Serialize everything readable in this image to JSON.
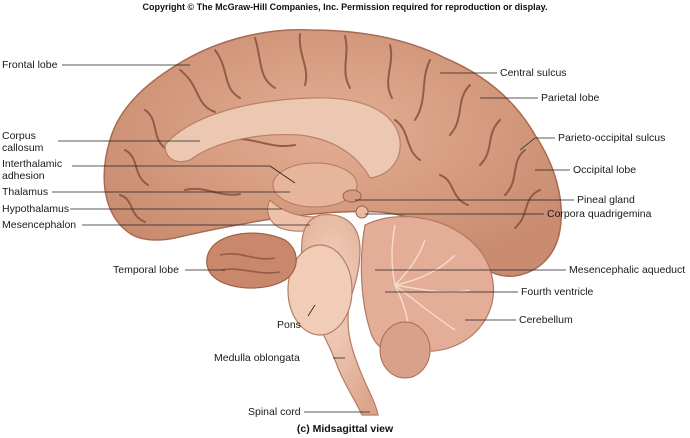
{
  "copyright": "Copyright © The McGraw-Hill Companies, Inc. Permission required for reproduction or display.",
  "caption": "(c) Midsagittal view",
  "labels": {
    "frontal_lobe": "Frontal lobe",
    "corpus_callosum_1": "Corpus",
    "corpus_callosum_2": "callosum",
    "interthalamic_1": "Interthalamic",
    "interthalamic_2": "adhesion",
    "thalamus": "Thalamus",
    "hypothalamus": "Hypothalamus",
    "mesencephalon": "Mesencephalon",
    "temporal_lobe": "Temporal lobe",
    "pons": "Pons",
    "medulla_oblongata": "Medulla oblongata",
    "spinal_cord": "Spinal cord",
    "central_sulcus": "Central sulcus",
    "parietal_lobe": "Parietal lobe",
    "parieto_occipital_sulcus": "Parieto-occipital sulcus",
    "occipital_lobe": "Occipital lobe",
    "pineal_gland": "Pineal gland",
    "corpora_quadrigemina": "Corpora quadrigemina",
    "mesencephalic_aqueduct": "Mesencephalic aqueduct",
    "fourth_ventricle": "Fourth ventricle",
    "cerebellum": "Cerebellum"
  },
  "colors": {
    "cortex": "#d9a184",
    "cortex_dark": "#b77a5f",
    "sulcus": "#8a5040",
    "white_matter": "#e9c3ae",
    "brainstem": "#efc4ad",
    "cerebellum": "#e2a996",
    "leader_line": "#222222"
  }
}
